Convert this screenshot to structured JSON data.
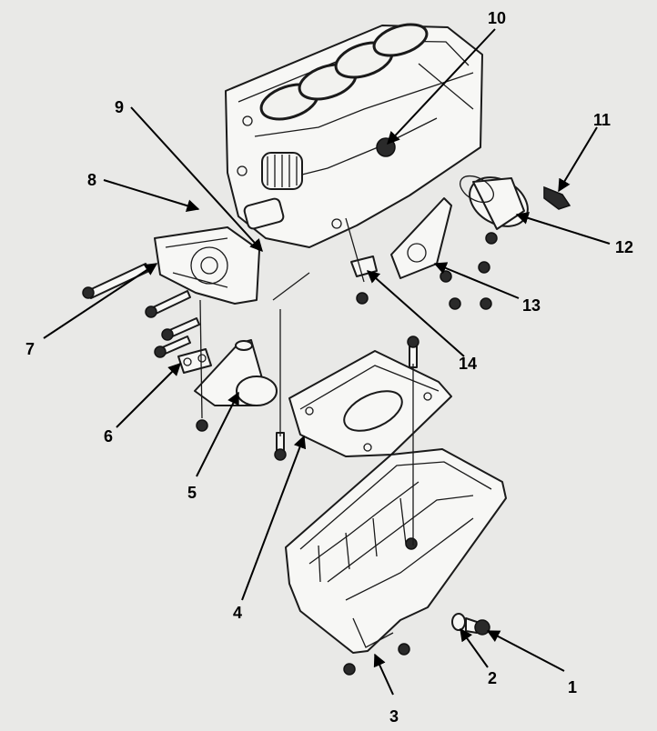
{
  "diagram": {
    "background": "#e9e9e7",
    "line_color": "#1a1a1a",
    "callouts": [
      {
        "id": "c1",
        "label": "1"
      },
      {
        "id": "c2",
        "label": "2"
      },
      {
        "id": "c3",
        "label": "3"
      },
      {
        "id": "c4",
        "label": "4"
      },
      {
        "id": "c5",
        "label": "5"
      },
      {
        "id": "c6",
        "label": "6"
      },
      {
        "id": "c7",
        "label": "7"
      },
      {
        "id": "c8",
        "label": "8"
      },
      {
        "id": "c9",
        "label": "9"
      },
      {
        "id": "c10",
        "label": "10"
      },
      {
        "id": "c11",
        "label": "11"
      },
      {
        "id": "c12",
        "label": "12"
      },
      {
        "id": "c13",
        "label": "13"
      },
      {
        "id": "c14",
        "label": "14"
      }
    ]
  }
}
